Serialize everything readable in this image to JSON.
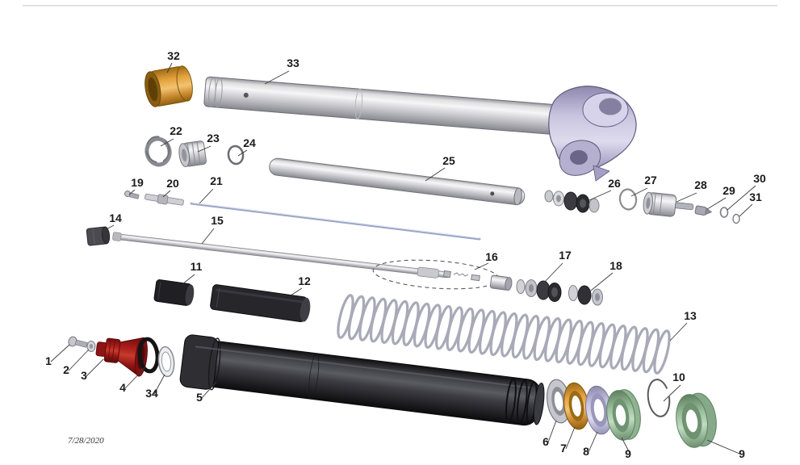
{
  "document": {
    "type": "exploded-parts-diagram",
    "date_stamp": "7/28/2020"
  },
  "colors": {
    "bushing_orange": "#E2A23C",
    "adjuster_red": "#B02A20",
    "seal_green": "#9CBF9E",
    "crown_lavender": "#C9C5E0",
    "seal_lavender": "#CFCBE6",
    "spring_gray": "#A9A9B8",
    "tube_dark": "#2B2B2F",
    "metal_silver": "#D8D8DC",
    "oring_black": "#141414",
    "leader_line": "#3A3A3A",
    "label_color": "#1A1A1A"
  },
  "labels": [
    {
      "text": "32"
    },
    {
      "text": "33"
    },
    {
      "text": "22"
    },
    {
      "text": "23"
    },
    {
      "text": "24"
    },
    {
      "text": "25"
    },
    {
      "text": "19"
    },
    {
      "text": "20"
    },
    {
      "text": "21"
    },
    {
      "text": "26"
    },
    {
      "text": "27"
    },
    {
      "text": "28"
    },
    {
      "text": "29"
    },
    {
      "text": "30"
    },
    {
      "text": "31"
    },
    {
      "text": "14"
    },
    {
      "text": "15"
    },
    {
      "text": "16"
    },
    {
      "text": "17"
    },
    {
      "text": "18"
    },
    {
      "text": "11"
    },
    {
      "text": "12"
    },
    {
      "text": "13"
    },
    {
      "text": "1"
    },
    {
      "text": "2"
    },
    {
      "text": "3"
    },
    {
      "text": "4"
    },
    {
      "text": "34"
    },
    {
      "text": "5"
    },
    {
      "text": "6"
    },
    {
      "text": "7"
    },
    {
      "text": "8"
    },
    {
      "text": "9"
    },
    {
      "text": "10"
    },
    {
      "text": "9"
    }
  ]
}
